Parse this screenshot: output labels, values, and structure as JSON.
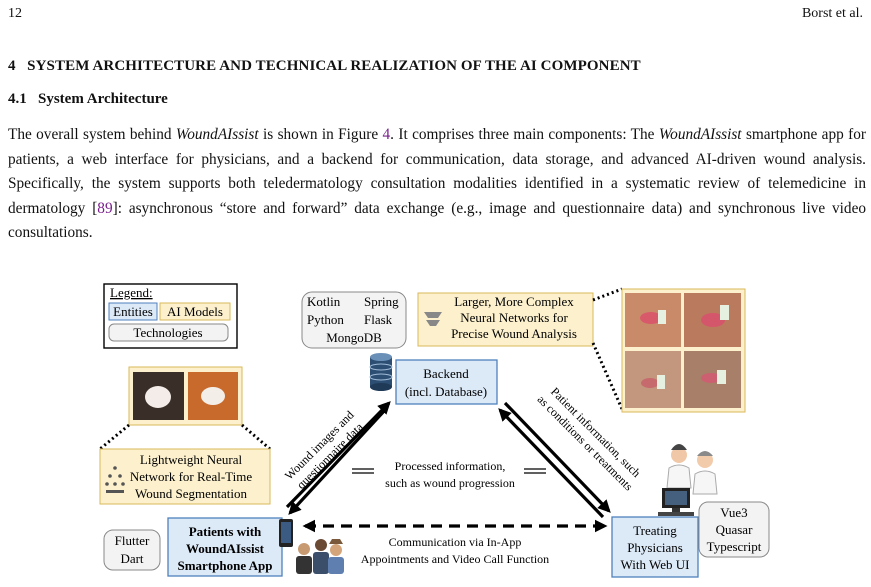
{
  "header": {
    "page_number": "12",
    "running_author": "Borst et al."
  },
  "section": {
    "number": "4",
    "title": "SYSTEM ARCHITECTURE AND TECHNICAL REALIZATION OF THE AI COMPONENT"
  },
  "subsection": {
    "number": "4.1",
    "title": "System Architecture"
  },
  "paragraph": {
    "p1": "The overall system behind ",
    "app_name": "WoundAIssist",
    "p2": " is shown in Figure ",
    "fig_ref": "4",
    "p3": ". It comprises three main components: The ",
    "p4": " smartphone app for patients, a web interface for physicians, and a backend for communication, data storage, and advanced AI-driven wound analysis. Specifically, the system supports both teledermatology consultation modalities identified in a systematic review of telemedicine in dermatology [",
    "cite": "89",
    "p5": "]: asynchronous “store and forward” data exchange (e.g., image and questionnaire data) and synchronous live video consultations."
  },
  "figure": {
    "legend": {
      "title": "Legend:",
      "entities": "Entities",
      "ai_models": "AI Models",
      "technologies": "Technologies"
    },
    "backend_tech": {
      "kotlin": "Kotlin",
      "spring": "Spring",
      "python": "Python",
      "flask": "Flask",
      "mongodb": "MongoDB"
    },
    "large_nn": [
      "Larger, More Complex",
      "Neural Networks for",
      "Precise Wound Analysis"
    ],
    "backend": [
      "Backend",
      "(incl. Database)"
    ],
    "light_nn": [
      "Lightweight Neural",
      "Network for Real-Time",
      "Wound Segmentation"
    ],
    "arrow_up_left": [
      "Wound images and",
      "questionnaire data"
    ],
    "arrow_down_right": [
      "Patient information, such",
      "as conditions or treatments"
    ],
    "processed": [
      "Processed information,",
      "such as wound progression"
    ],
    "app_tech": [
      "Flutter",
      "Dart"
    ],
    "patients": [
      "Patients with",
      "WoundAIssist",
      "Smartphone App"
    ],
    "communication": [
      "Communication via In-App",
      "Appointments and Video Call Function"
    ],
    "physicians": [
      "Treating",
      "Physicians",
      "With Web UI"
    ],
    "web_tech": [
      "Vue3",
      "Quasar",
      "Typescript"
    ],
    "colors": {
      "entity_fill": "#dce9f7",
      "entity_stroke": "#4f81bd",
      "ai_fill": "#fdf1cd",
      "ai_stroke": "#d9b95a",
      "tech_fill": "#f3f3f3",
      "tech_stroke": "#888888",
      "wound_bg": "#c98a6a"
    },
    "icons": [
      "database-icon",
      "neural-network-icon",
      "smartphone-icon",
      "patient-group-icon",
      "doctors-icon",
      "computer-icon"
    ]
  }
}
